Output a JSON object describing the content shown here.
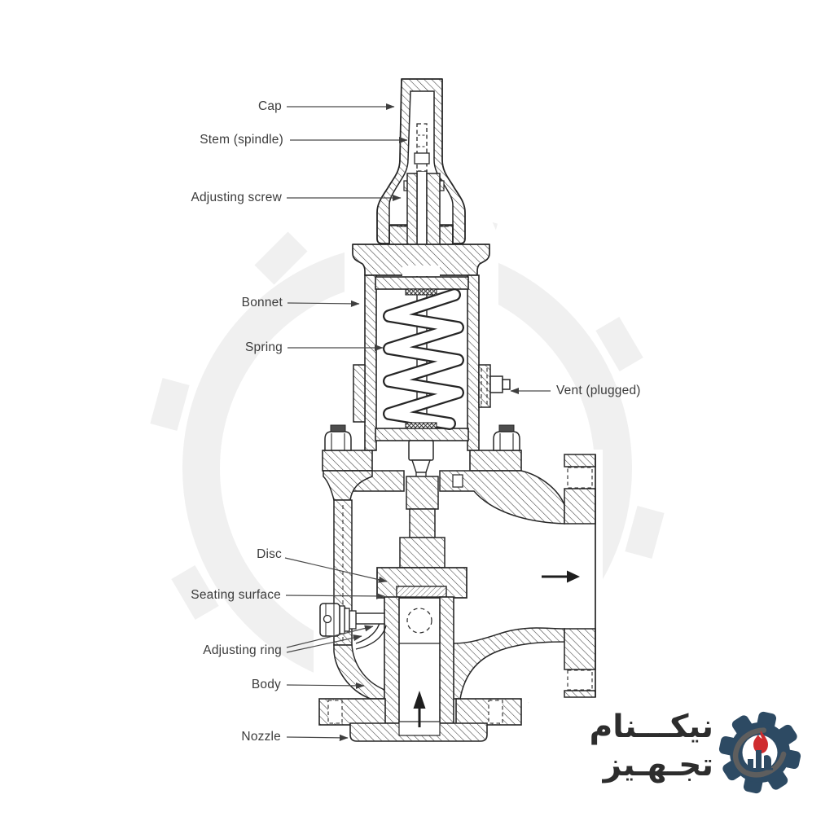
{
  "diagram": {
    "type": "technical-cross-section",
    "subject": "pressure relief safety valve",
    "labels": {
      "cap": "Cap",
      "stem": "Stem (spindle)",
      "adjusting_screw": "Adjusting screw",
      "bonnet": "Bonnet",
      "spring": "Spring",
      "vent": "Vent (plugged)",
      "disc": "Disc",
      "seating_surface": "Seating surface",
      "adjusting_ring": "Adjusting ring",
      "body": "Body",
      "nozzle": "Nozzle"
    },
    "flow_arrows": [
      "inlet-flow-up-arrow",
      "outlet-flow-right-arrow"
    ],
    "line_color": "#2b2b2b",
    "label_color": "#3c3c3c",
    "watermark_color": "#f0f0f0"
  },
  "logo": {
    "line1": "نیکـــنام",
    "line2": "تجـهـیز",
    "colors": {
      "gear": "#2d4a63",
      "flame": "#cf2c2e",
      "swoosh": "#5e5e5e",
      "text": "#2d2d2d"
    }
  }
}
